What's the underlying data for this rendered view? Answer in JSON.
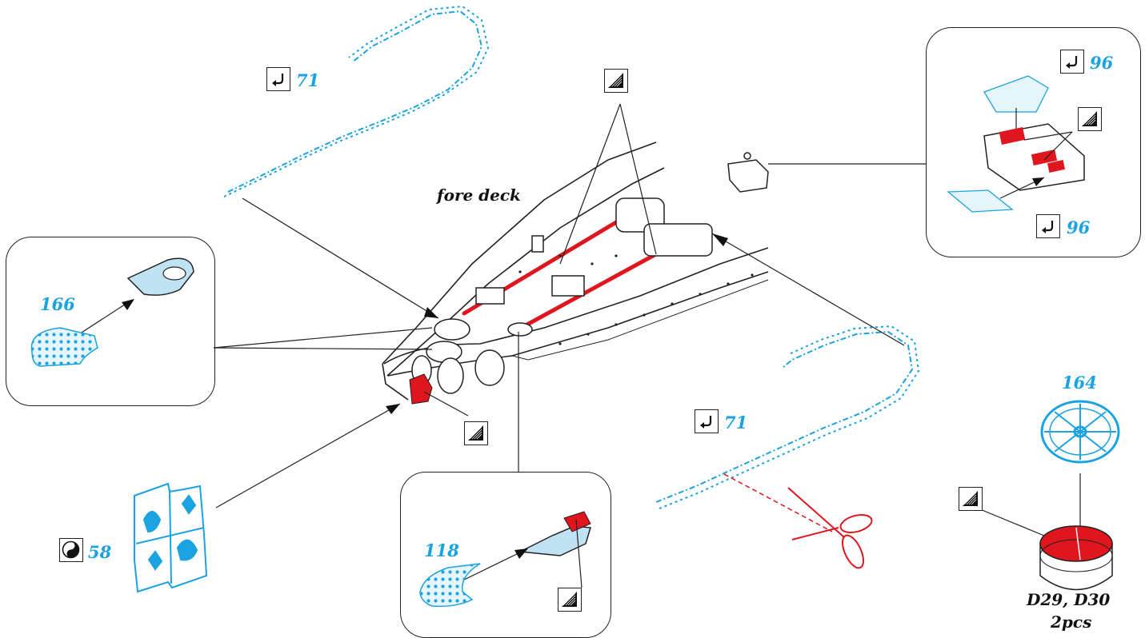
{
  "colors": {
    "accent_blue": "#1aa3e0",
    "part_red": "#e0161e",
    "light_blue": "#bfe3f3",
    "line": "#222222"
  },
  "labels": {
    "fore_deck": "fore deck",
    "chain_upper_number": "71",
    "chain_lower_number": "71",
    "inset_top_right_number_a": "96",
    "inset_top_right_number_b": "96",
    "inset_left_number": "166",
    "inset_bottom_number": "118",
    "shield_number": "58",
    "wheel_number": "164",
    "part_code": "D29, D30",
    "part_count": "2pcs"
  },
  "icons": {
    "bend": "bend-arrow-icon",
    "paint": "hatched-paint-icon",
    "decal": "yin-yang-icon",
    "cut": "scissors-icon"
  }
}
